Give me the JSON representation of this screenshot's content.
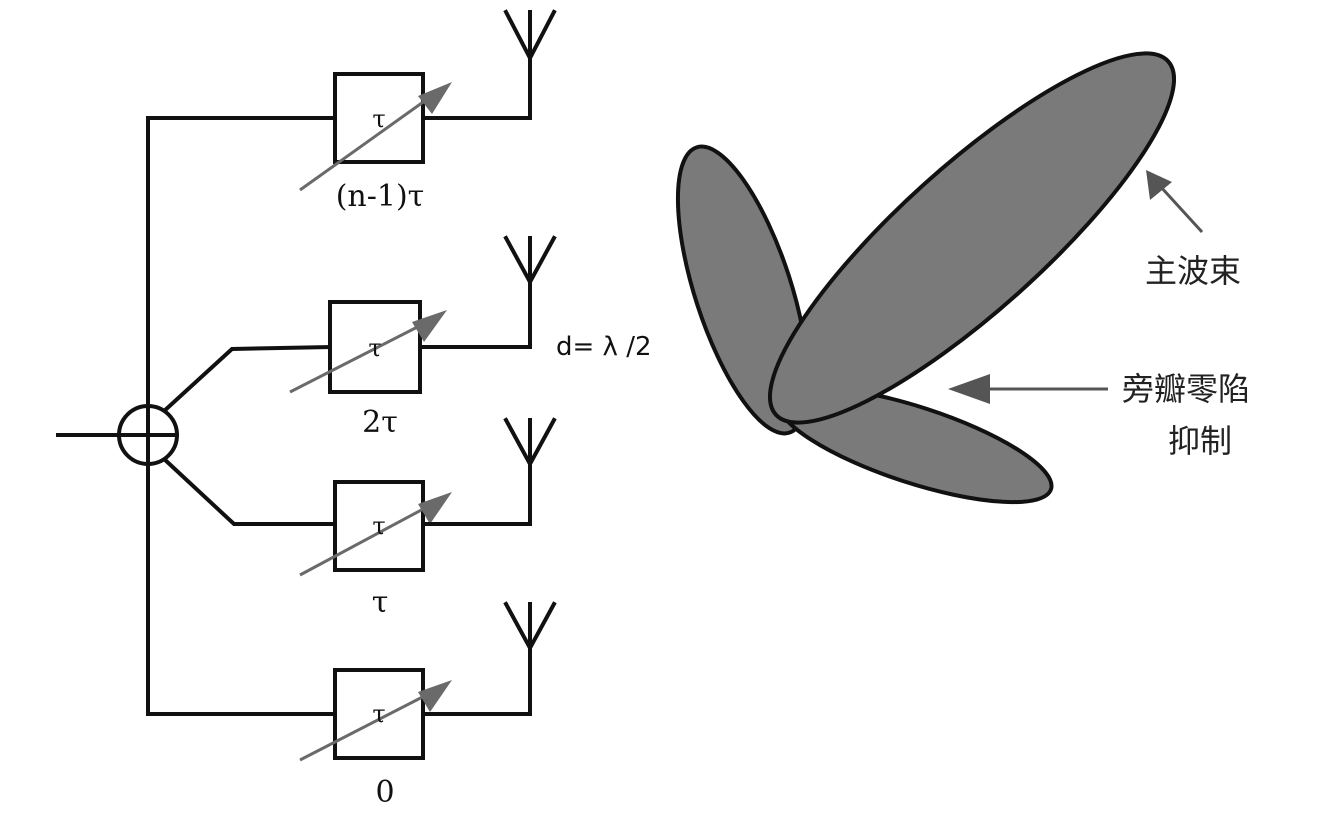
{
  "array": {
    "element_symbol": "τ",
    "delays": [
      "(n-1)τ",
      "2τ",
      "τ",
      "0"
    ],
    "spacing": "d= λ /2"
  },
  "pattern": {
    "main_beam_label": "主波束",
    "null_label_line1": "旁瓣零陷",
    "null_label_line2": "抑制"
  }
}
